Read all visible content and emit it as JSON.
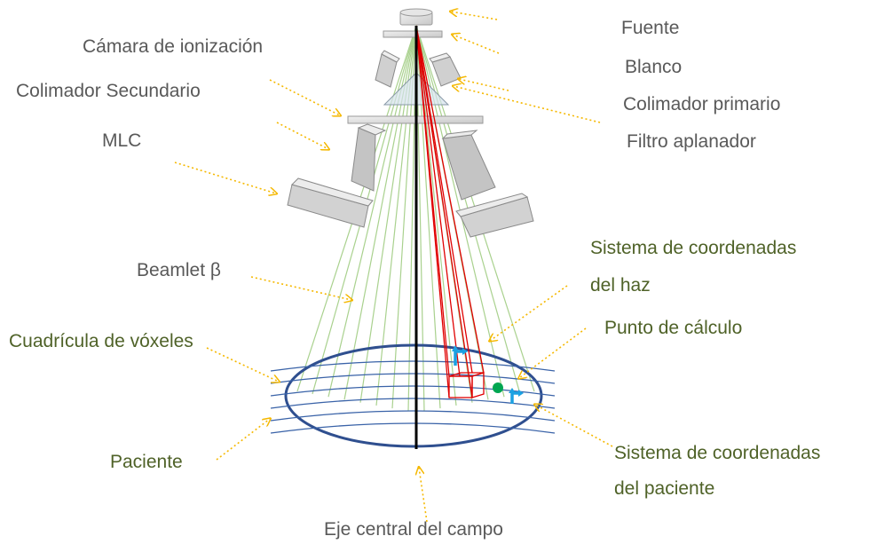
{
  "labels": {
    "fuente": "Fuente",
    "blanco": "Blanco",
    "camara": "Cámara de ionización",
    "colimador_primario": "Colimador primario",
    "colimador_secundario": "Colimador Secundario",
    "filtro": "Filtro aplanador",
    "mlc": "MLC",
    "beamlet": "Beamlet β",
    "sistema_haz_1": "Sistema de coordenadas",
    "sistema_haz_2": "del haz",
    "punto_calculo": "Punto de cálculo",
    "cuadricula": "Cuadrícula de vóxeles",
    "paciente": "Paciente",
    "sistema_paciente_1": "Sistema de coordenadas",
    "sistema_paciente_2": "del paciente",
    "eje_central": "Eje central del campo"
  },
  "colors": {
    "label_gray": "#595959",
    "label_green": "#4f6228",
    "arrow_yellow": "#f5b800",
    "beam_green": "#a9d18e",
    "beamlet_red": "#e00000",
    "patient_blue": "#2f4f8f",
    "axis_arrow_cyan": "#1ba1e2",
    "point_green": "#00a651",
    "component_gray": "#d9d9d9"
  }
}
